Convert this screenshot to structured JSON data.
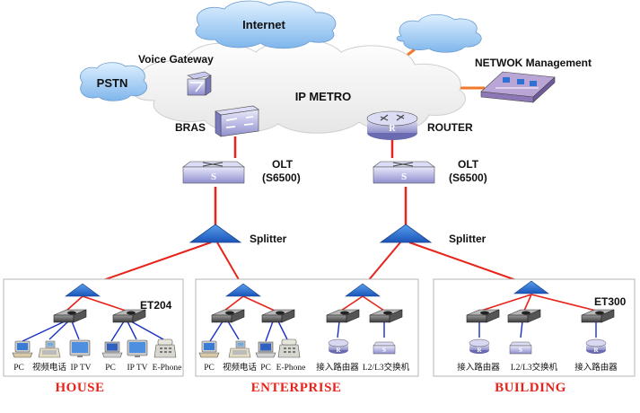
{
  "clouds": {
    "internet": "Internet",
    "pstn": "PSTN",
    "ip_metro": "IP METRO"
  },
  "devices": {
    "voice_gateway": "Voice Gateway",
    "network_management": "NETWOK Management",
    "bras": "BRAS",
    "router": "ROUTER",
    "olt_left_line1": "OLT",
    "olt_left_line2": "(S6500)",
    "olt_right_line1": "OLT",
    "olt_right_line2": "(S6500)",
    "splitter_left": "Splitter",
    "splitter_right": "Splitter",
    "et204": "ET204",
    "et300": "ET300"
  },
  "icon_letters": {
    "olt": "S",
    "router": "R",
    "switch": "S"
  },
  "house": {
    "title": "HOUSE",
    "labels": [
      "PC",
      "视频电话",
      "IP TV",
      "PC",
      "IP TV",
      "E-Phone"
    ]
  },
  "enterprise": {
    "title": "ENTERPRISE",
    "labels": [
      "PC",
      "视频电话",
      "PC",
      "E-Phone",
      "接入路由器",
      "L2/L3交换机"
    ]
  },
  "building": {
    "title": "BUILDING",
    "labels": [
      "接入路由器",
      "L2/L3交换机",
      "接入路由器"
    ]
  },
  "colors": {
    "link_red": "#e8231a",
    "link_orange": "#f07a2a",
    "link_blue": "#1a2fc4",
    "splitter_blue": "#2a6fd0",
    "section_title": "#e8231a"
  }
}
